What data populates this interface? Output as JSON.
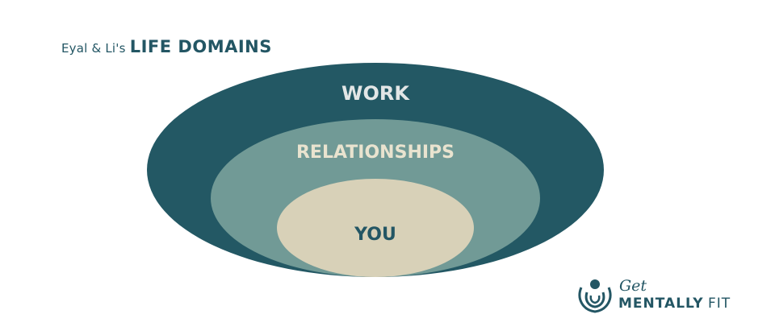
{
  "header": {
    "title_prefix": "Eyal & Li's",
    "title_main": "LIFE DOMAINS"
  },
  "diagram": {
    "rings": [
      {
        "label": "WORK",
        "fill": "#235864",
        "text_color": "#e2e6e6"
      },
      {
        "label": "RELATIONSHIPS",
        "fill": "#719a96",
        "text_color": "#e9e3cf"
      },
      {
        "label": "YOU",
        "fill": "#d8d1b8",
        "text_color": "#235664"
      }
    ]
  },
  "logo": {
    "line1": "Get",
    "line2_bold": "MENTALLY",
    "line2_light": "FIT",
    "color": "#235664"
  }
}
